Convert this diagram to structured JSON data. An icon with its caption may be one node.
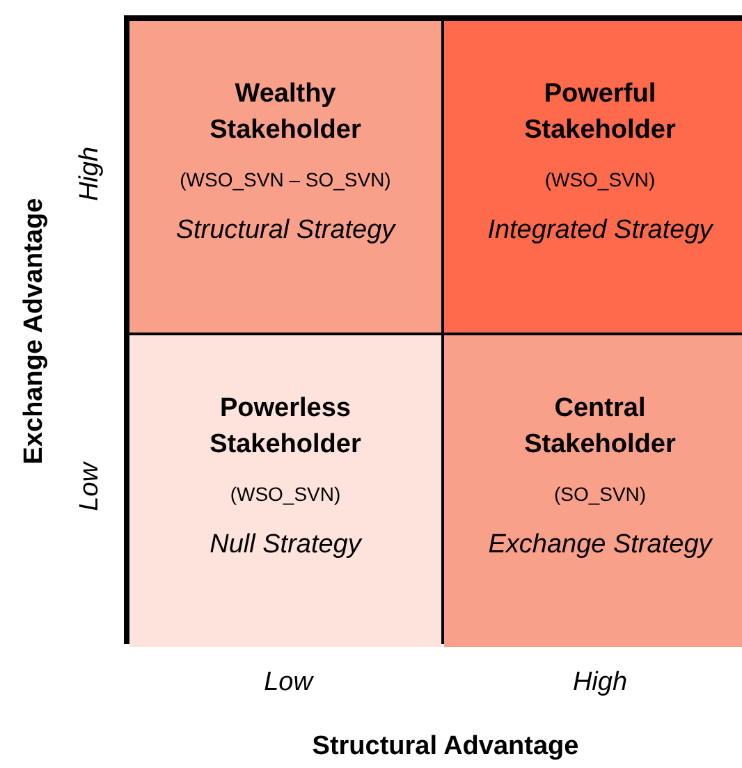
{
  "diagram": {
    "nodes": [
      {
        "text": [
          "Wealthy Stakeholder",
          "(WSO_SVN – SO_SVN)",
          "Structural Strategy"
        ]
      },
      {
        "text": [
          "Powerful Stakeholder",
          "(WSO_SVN)",
          "Integrated Strategy"
        ]
      },
      {
        "text": [
          "Powerless Stakeholder",
          "(WSO_SVN)",
          "Null Strategy"
        ]
      },
      {
        "text": [
          "Central Stakeholder",
          "(SO_SVN)",
          "Exchange Strategy"
        ]
      }
    ],
    "edges": [],
    "labels": [
      "Exchange Advantage",
      "High",
      "Low",
      "Low",
      "High",
      "Structural Advantage"
    ]
  }
}
